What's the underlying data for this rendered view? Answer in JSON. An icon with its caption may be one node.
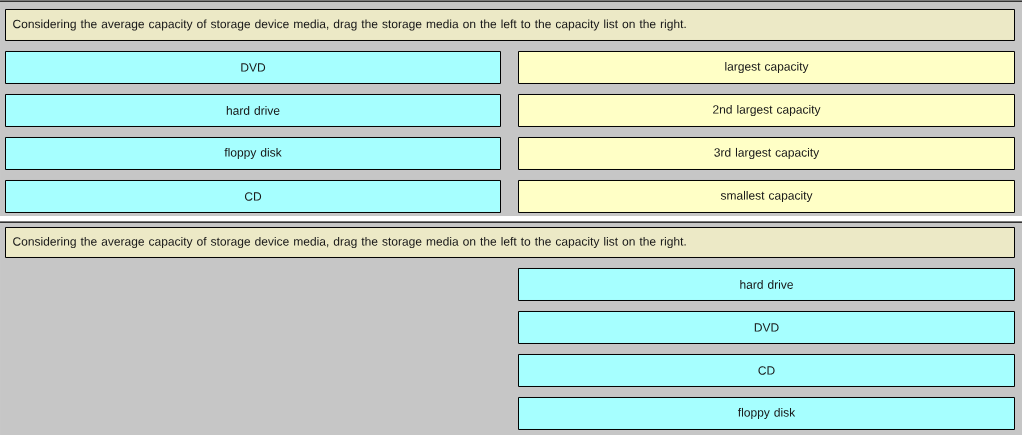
{
  "diagram": {
    "nodes": [
      {
        "text": [
          "Considering the average capacity of storage device media, drag the storage media on the left to the capacity list on the right."
        ]
      },
      {
        "text": [
          "DVD"
        ]
      },
      {
        "text": [
          "largest capacity"
        ]
      },
      {
        "text": [
          "hard drive"
        ]
      },
      {
        "text": [
          "2nd largest capacity"
        ]
      },
      {
        "text": [
          "floppy disk"
        ]
      },
      {
        "text": [
          "3rd largest capacity"
        ]
      },
      {
        "text": [
          "CD"
        ]
      },
      {
        "text": [
          "smallest capacity"
        ]
      },
      {
        "text": [
          "Considering the average capacity of storage device media, drag the storage media on the left to the capacity list on the right."
        ]
      },
      {
        "text": [
          "hard drive"
        ]
      },
      {
        "text": [
          "DVD"
        ]
      },
      {
        "text": [
          "CD"
        ]
      },
      {
        "text": [
          "floppy disk"
        ]
      }
    ]
  }
}
